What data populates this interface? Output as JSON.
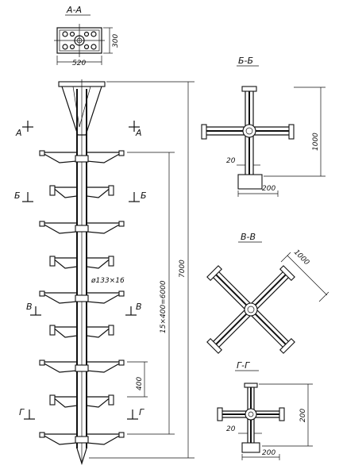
{
  "sections": {
    "aa": {
      "title": "А-А",
      "width": "520",
      "height": "300"
    },
    "bb": {
      "title": "Б-Б",
      "height": "1000",
      "plate": "200",
      "gap": "20"
    },
    "vv": {
      "title": "В-В",
      "diag": "1000"
    },
    "gg": {
      "title": "Г-Г",
      "height": "200",
      "plate": "200",
      "gap": "20"
    }
  },
  "elevation": {
    "total_height": "7000",
    "spacing": "15×400=6000",
    "step": "400",
    "pipe": "ø133×16",
    "cut_a": "А",
    "cut_b": "Б",
    "cut_v": "В",
    "cut_g": "Г"
  }
}
